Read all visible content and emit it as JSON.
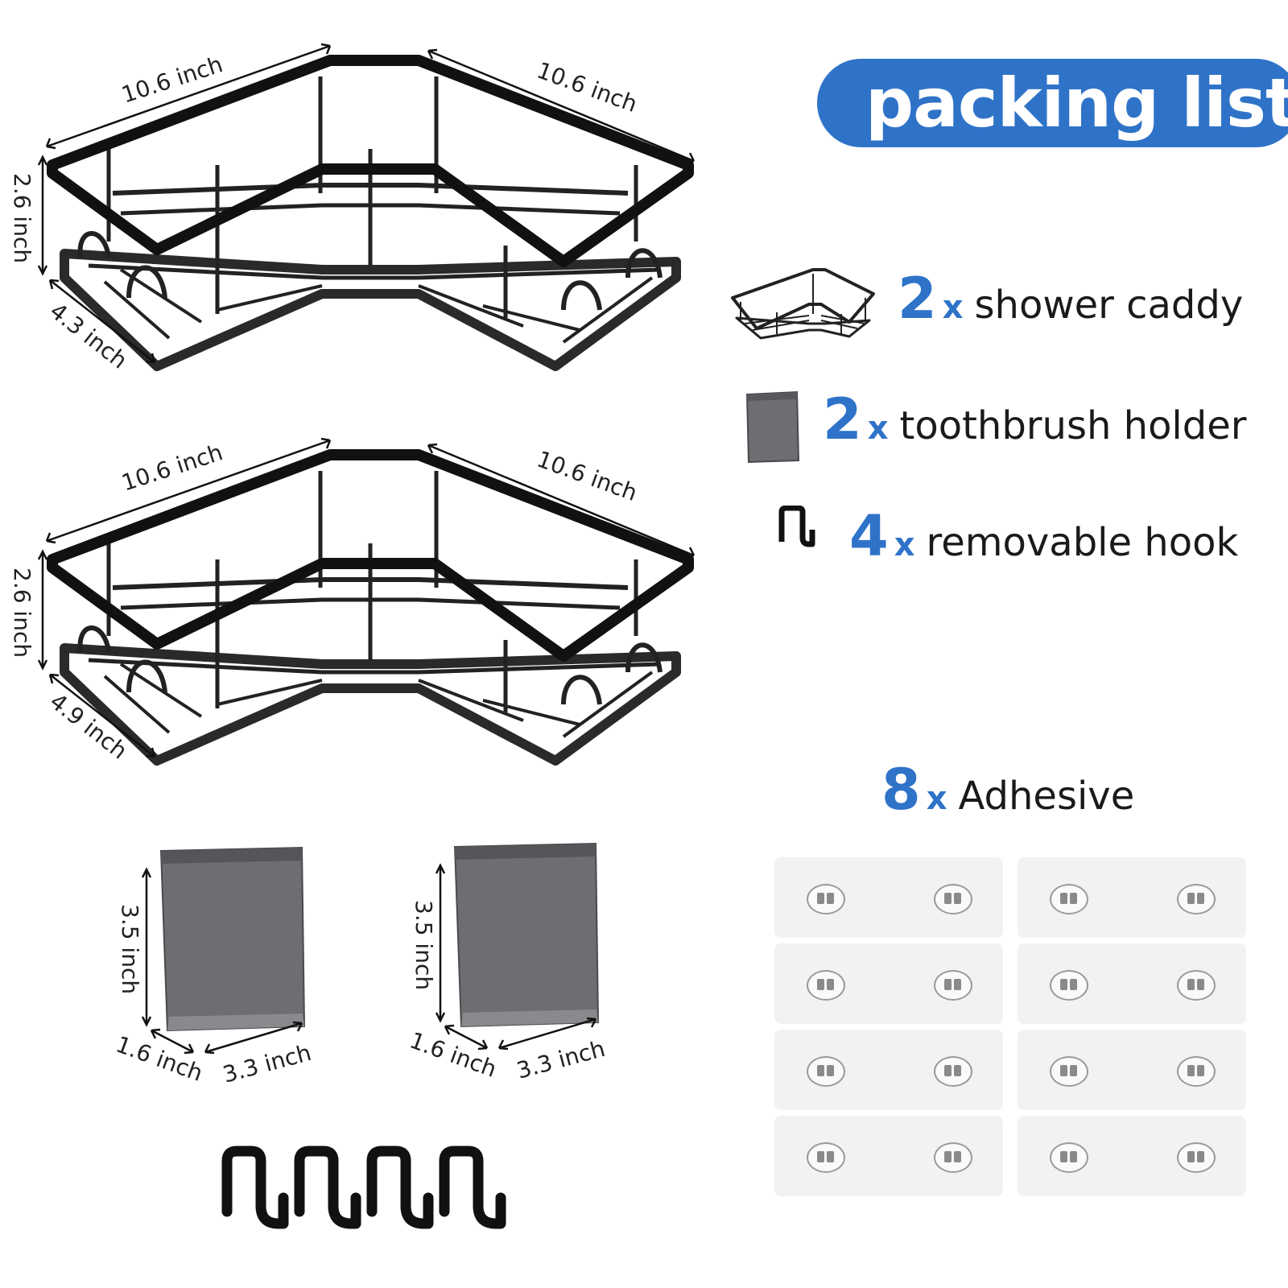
{
  "header": {
    "title": "packing list"
  },
  "items": [
    {
      "qty": "2",
      "x": "x",
      "label": "shower caddy"
    },
    {
      "qty": "2",
      "x": "x",
      "label": "toothbrush holder"
    },
    {
      "qty": "4",
      "x": "x",
      "label": "removable hook"
    },
    {
      "qty": "8",
      "x": "x",
      "label": "Adhesive"
    }
  ],
  "caddy_top": {
    "width_left": "10.6 inch",
    "width_right": "10.6 inch",
    "height": "2.6 inch",
    "depth": "4.3 inch"
  },
  "caddy_bottom": {
    "width_left": "10.6 inch",
    "width_right": "10.6 inch",
    "height": "2.6 inch",
    "depth": "4.9 inch"
  },
  "holders": [
    {
      "height": "3.5 inch",
      "depth": "1.6 inch",
      "width": "3.3 inch"
    },
    {
      "height": "3.5 inch",
      "depth": "1.6 inch",
      "width": "3.3 inch"
    }
  ],
  "colors": {
    "accent": "#2f73c9",
    "metal": "#1f1f1f",
    "holder": "#6e6e72",
    "pad": "#f2f2f2"
  }
}
